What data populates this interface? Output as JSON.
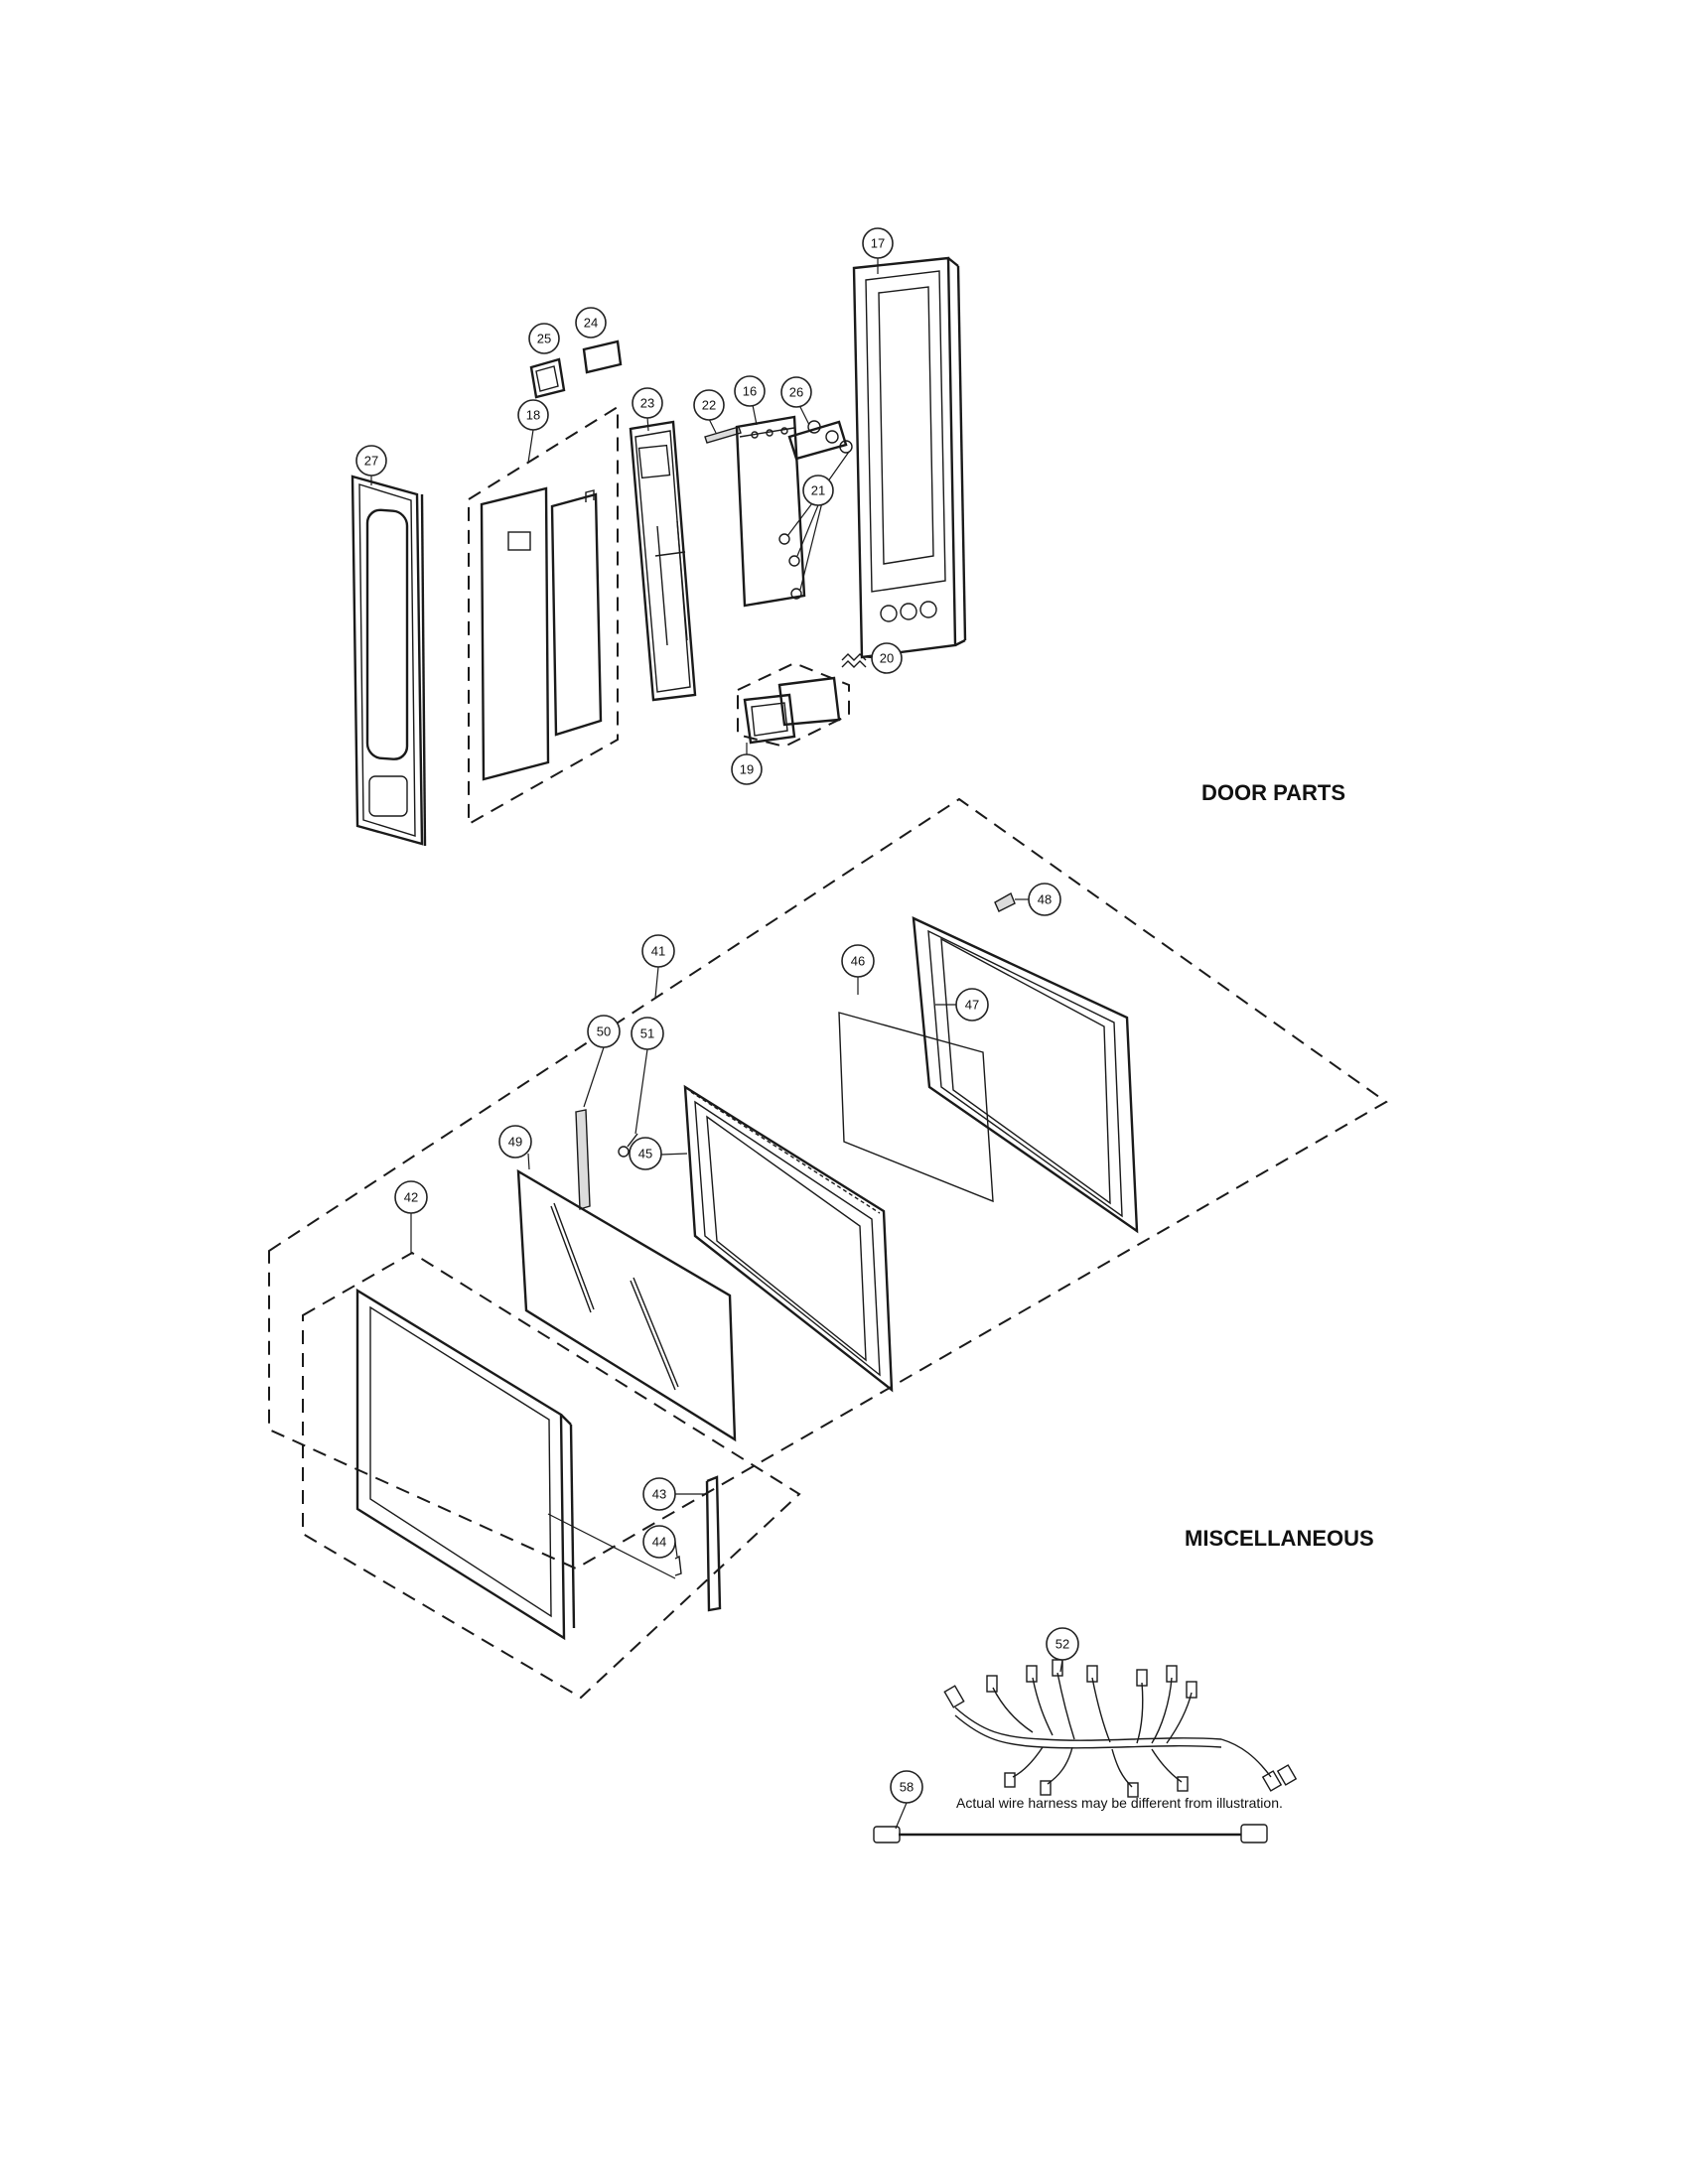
{
  "sections": {
    "door_parts": "DOOR PARTS",
    "miscellaneous": "MISCELLANEOUS"
  },
  "note": "Actual wire harness may be different from illustration.",
  "callouts": [
    "17",
    "25",
    "24",
    "18",
    "23",
    "22",
    "16",
    "26",
    "27",
    "21",
    "20",
    "19",
    "48",
    "41",
    "46",
    "47",
    "50",
    "51",
    "49",
    "45",
    "42",
    "43",
    "44",
    "52",
    "58"
  ]
}
